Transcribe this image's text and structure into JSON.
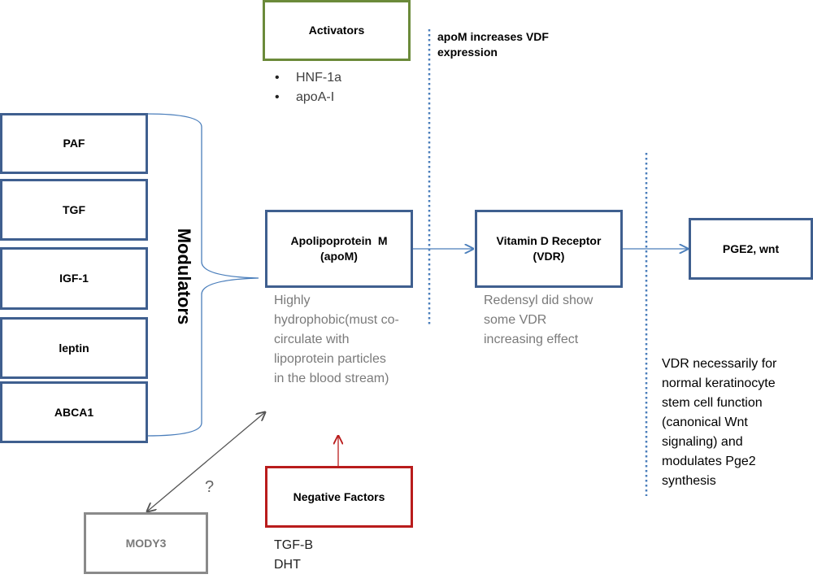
{
  "colors": {
    "box_border": "#3f5f8f",
    "activators_border": "#6b8a3a",
    "negative_border": "#b91c1c",
    "mody_border": "#8a8a8a",
    "arrow_blue": "#4a7ebb",
    "dotted_line": "#4a7ebb",
    "red_arrow": "#b91c1c",
    "gray_arrow": "#555555"
  },
  "modulators": {
    "title": "Modulators",
    "items": [
      "PAF",
      "TGF",
      "IGF-1",
      "leptin",
      "ABCA1"
    ]
  },
  "activators": {
    "title": "Activators",
    "items": [
      "HNF-1a",
      "apoA-I"
    ]
  },
  "apom": {
    "line1": "Apolipoprotein  M",
    "line2": "(apoM)",
    "note": [
      "Highly",
      "hydrophobic(must co-",
      "circulate with",
      "lipoprotein particles",
      "in the blood stream)"
    ]
  },
  "apom_increases_note": [
    "apoM increases VDF",
    "expression"
  ],
  "vdr": {
    "line1": "Vitamin D Receptor",
    "line2": "(VDR)",
    "note": [
      "Redensyl did show",
      "some VDR",
      "increasing effect"
    ]
  },
  "pge2": {
    "label": "PGE2, wnt"
  },
  "vdr_function_note": [
    "VDR necessarily for",
    "normal keratinocyte",
    "stem cell function",
    "(canonical Wnt",
    "signaling) and",
    "modulates Pge2",
    "synthesis"
  ],
  "negative_factors": {
    "title": "Negative Factors",
    "items": [
      "TGF-B",
      "DHT"
    ]
  },
  "mody3": {
    "label": "MODY3"
  },
  "unknown_link": {
    "label": "?"
  }
}
